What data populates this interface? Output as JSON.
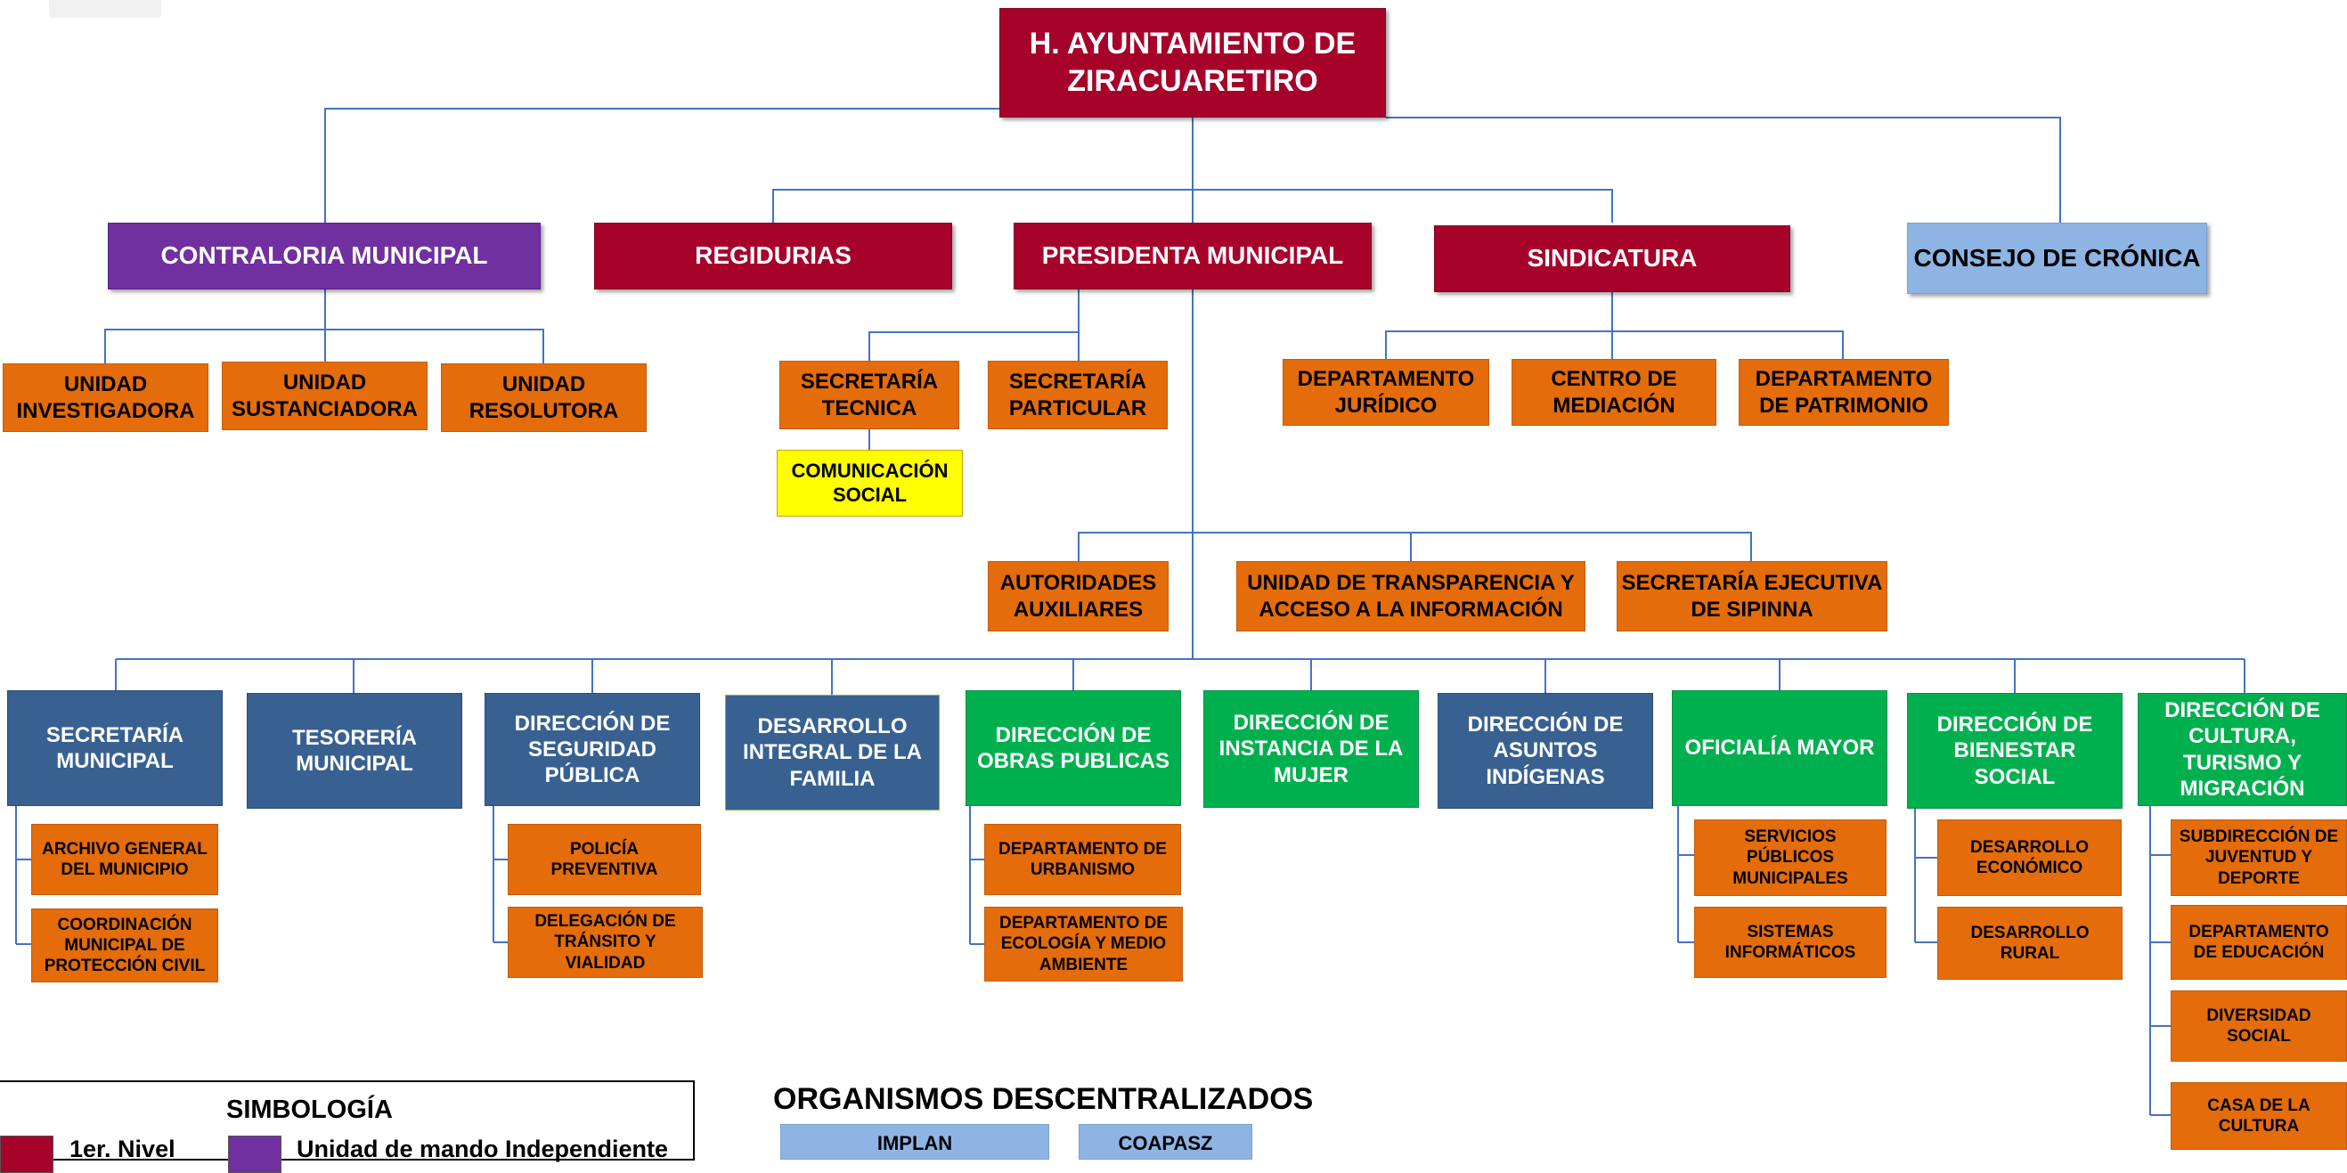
{
  "colors": {
    "first_level": "#a6022a",
    "independent": "#7030a0",
    "consultative": "#8eb4e3",
    "administrative": "#386192",
    "substantive": "#00b04f",
    "department": "#e46c0a",
    "highlight": "#ffff00",
    "connector": "#4472c4"
  },
  "top": {
    "ayuntamiento": "H. AYUNTAMIENTO DE\nZIRACUARETIRO"
  },
  "level1": {
    "contraloria": "CONTRALORIA MUNICIPAL",
    "regidurias": "REGIDURIAS",
    "presidenta": "PRESIDENTA MUNICIPAL",
    "sindicatura": "SINDICATURA",
    "consejo": "CONSEJO DE CRÓNICA"
  },
  "contraloria_units": {
    "investigadora": "UNIDAD\nINVESTIGADORA",
    "sustanciadora": "UNIDAD\nSUSTANCIADORA",
    "resolutora": "UNIDAD\nRESOLUTORA"
  },
  "presidencia_units": {
    "tecnica": "SECRETARÍA\nTECNICA",
    "particular": "SECRETARÍA\nPARTICULAR",
    "comunicacion": "COMUNICACIÓN\nSOCIAL",
    "autoridades": "AUTORIDADES\nAUXILIARES",
    "transparencia": "UNIDAD DE TRANSPARENCIA Y\nACCESO A LA INFORMACIÓN",
    "sipinna": "SECRETARÍA  EJECUTIVA\nDE SIPINNA"
  },
  "sindicatura_units": {
    "juridico": "DEPARTAMENTO\nJURÍDICO",
    "mediacion": "CENTRO DE\nMEDIACIÓN",
    "patrimonio": "DEPARTAMENTO\nDE PATRIMONIO"
  },
  "directions": {
    "secretaria": "SECRETARÍA\nMUNICIPAL",
    "tesoreria": "TESORERÍA\nMUNICIPAL",
    "seguridad": "DIRECCIÓN DE\nSEGURIDAD\nPÚBLICA",
    "dif": "DESARROLLO\nINTEGRAL DE LA\nFAMILIA",
    "obras": "DIRECCIÓN DE\nOBRAS PUBLICAS",
    "mujer": "DIRECCIÓN DE\nINSTANCIA DE LA\nMUJER",
    "indigenas": "DIRECCIÓN DE\nASUNTOS\nINDÍGENAS",
    "oficialia": "OFICIALÍA MAYOR",
    "bienestar": "DIRECCIÓN DE\nBIENESTAR\nSOCIAL",
    "cultura": "DIRECCIÓN DE\nCULTURA,\nTURISMO Y\nMIGRACIÓN"
  },
  "subunits": {
    "archivo": "ARCHIVO GENERAL\nDEL MUNICIPIO",
    "proteccion": "COORDINACIÓN\nMUNICIPAL DE\nPROTECCIÓN CIVIL",
    "policia": "POLICÍA\nPREVENTIVA",
    "transito": "DELEGACIÓN DE\nTRÁNSITO Y\nVIALIDAD",
    "urbanismo": "DEPARTAMENTO DE\nURBANISMO",
    "ecologia": "DEPARTAMENTO DE\nECOLOGÍA  Y MEDIO\nAMBIENTE",
    "servicios": "SERVICIOS\nPÚBLICOS\nMUNICIPALES",
    "sistemas": "SISTEMAS\nINFORMÁTICOS",
    "economico": "DESARROLLO\nECONÓMICO",
    "rural": "DESARROLLO\nRURAL",
    "juventud": "SUBDIRECCIÓN DE\nJUVENTUD Y\nDEPORTE",
    "educacion": "DEPARTAMENTO\nDE EDUCACIÓN",
    "diversidad": "DIVERSIDAD\nSOCIAL",
    "casa_cultura": "CASA DE LA\nCULTURA"
  },
  "legend": {
    "title": "SIMBOLOGÍA",
    "first_level": "1er. Nivel",
    "independent": "Unidad de mando Independiente"
  },
  "decentralized": {
    "title": "ORGANISMOS DESCENTRALIZADOS",
    "implan": "IMPLAN",
    "coapasz": "COAPASZ"
  }
}
